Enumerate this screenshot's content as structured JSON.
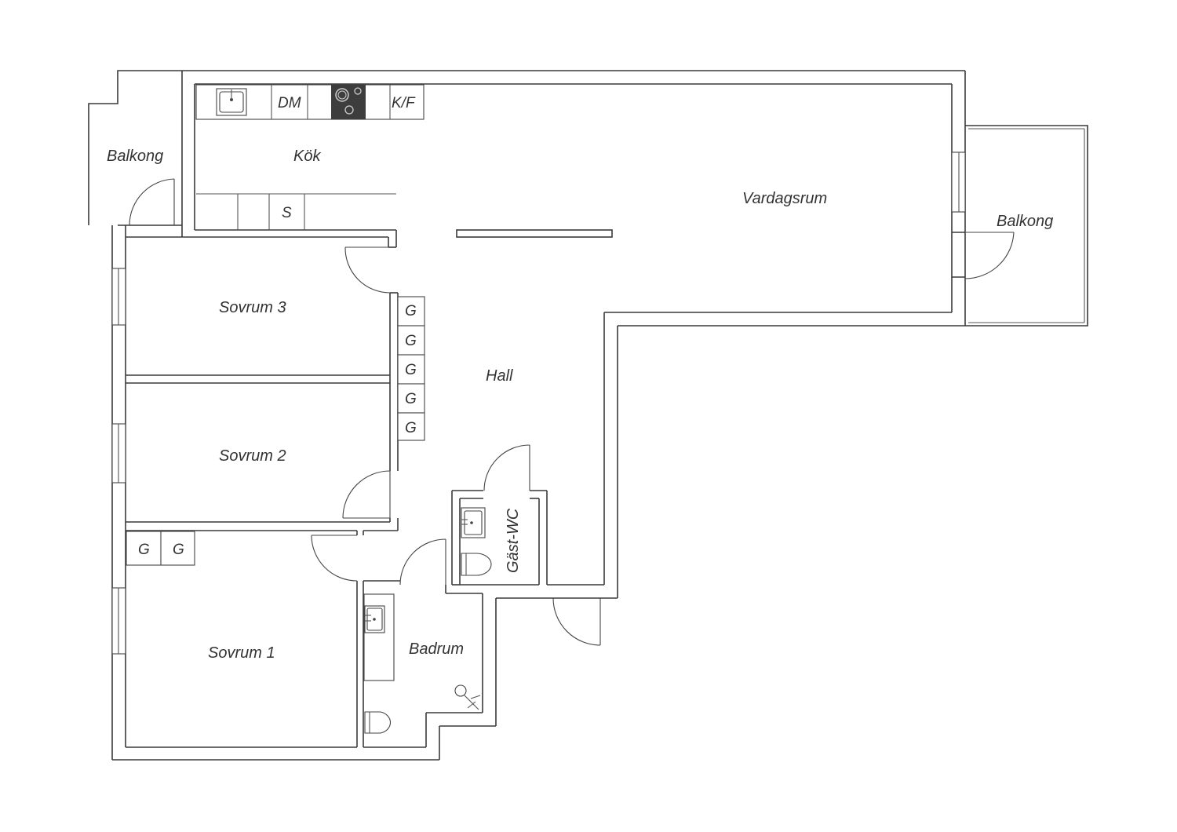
{
  "rooms": {
    "balkong_west": "Balkong",
    "kok": "Kök",
    "vardagsrum": "Vardagsrum",
    "balkong_east": "Balkong",
    "sovrum3": "Sovrum 3",
    "hall": "Hall",
    "sovrum2": "Sovrum 2",
    "gast_wc": "Gäst-WC",
    "sovrum1": "Sovrum 1",
    "badrum": "Badrum"
  },
  "fixtures": {
    "dishwasher": "DM",
    "fridge_freezer": "K/F",
    "storage": "S",
    "wardrobe": "G"
  },
  "colors": {
    "wall": "#3a3a3a",
    "stove": "#3d3d3d",
    "background": "#ffffff"
  }
}
